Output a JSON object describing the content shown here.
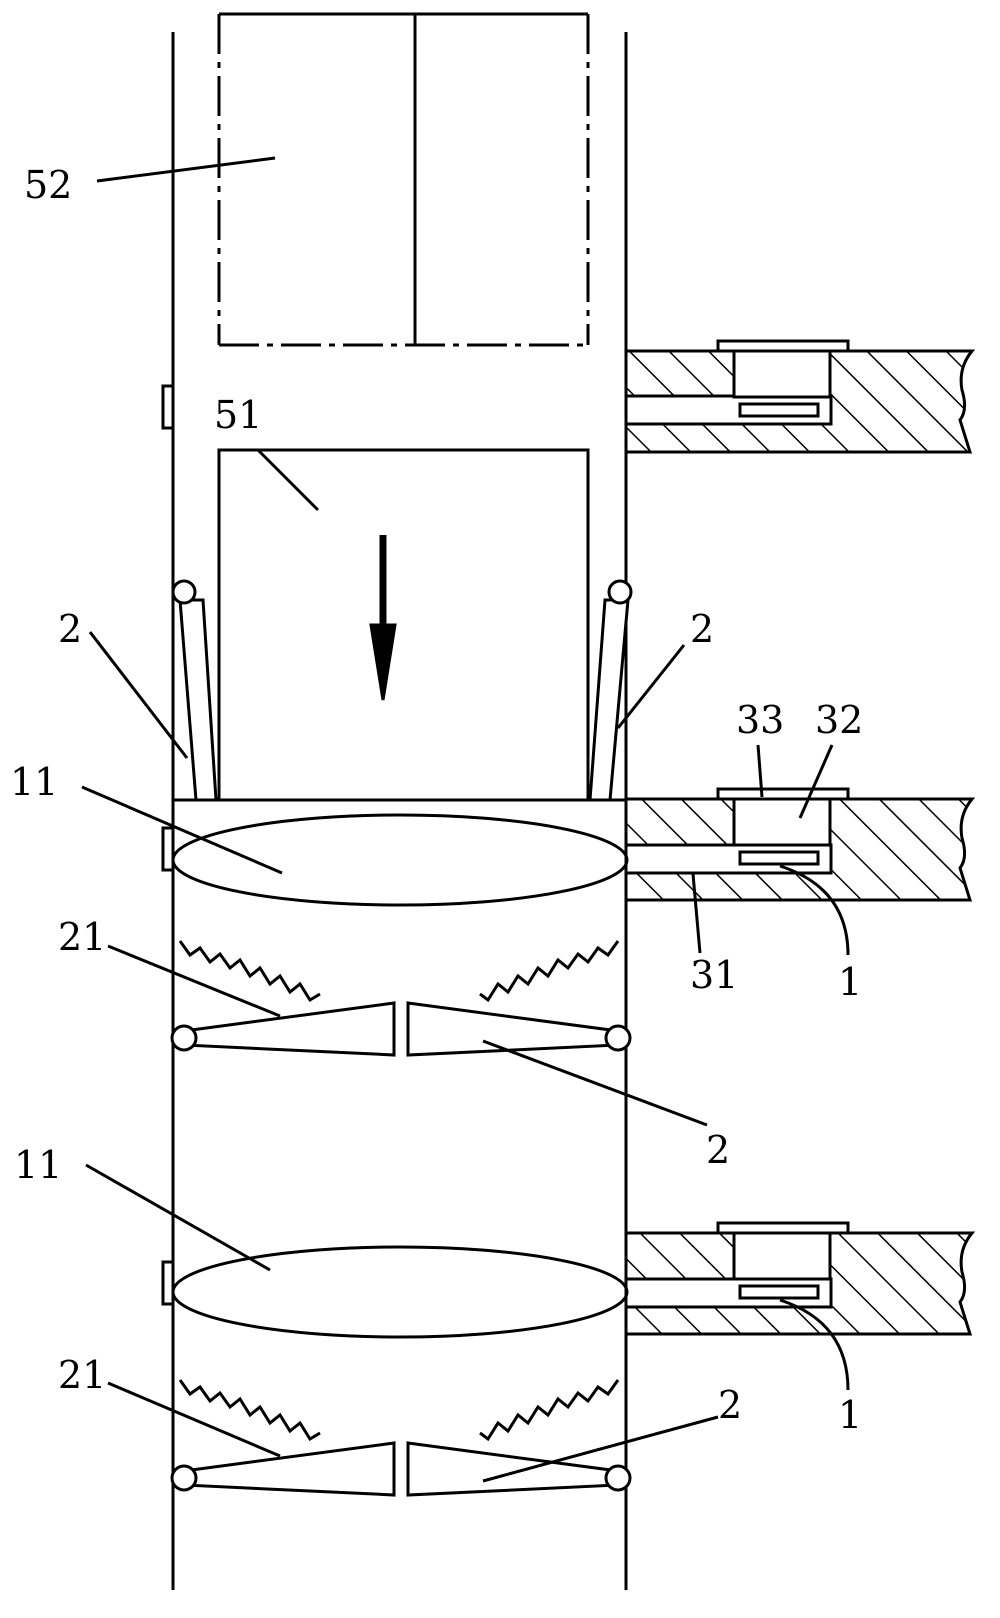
{
  "labels": {
    "l52": "52",
    "l51": "51",
    "l2_left_top": "2",
    "l2_right_top": "2",
    "l33": "33",
    "l32": "32",
    "l11_top": "11",
    "l21_top": "21",
    "l31": "31",
    "l1_top": "1",
    "l2_mid": "2",
    "l11_bottom": "11",
    "l1_bottom": "1",
    "l21_bottom": "21",
    "l2_bottom": "2"
  },
  "colors": {
    "line": "#000000",
    "background": "#ffffff"
  },
  "arrow_direction": "down"
}
